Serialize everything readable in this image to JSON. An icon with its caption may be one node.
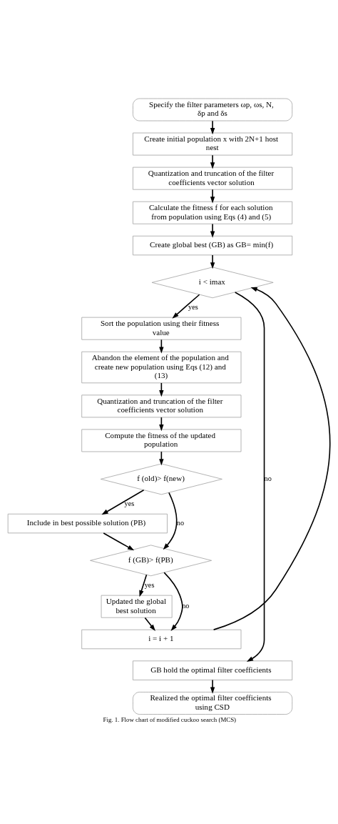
{
  "diagram": {
    "caption": "Fig. 1. Flow chart of modified cuckoo search (MCS)",
    "nodes": [
      {
        "text": [
          "Specify the filter parameters ωp, ωs, N, δp and δs"
        ]
      },
      {
        "text": [
          "Create initial population x with 2N+1 host nest"
        ]
      },
      {
        "text": [
          "Quantization and truncation of the filter coefficients vector solution"
        ]
      },
      {
        "text": [
          "Calculate the fitness f for each solution from population using Eqs (4) and (5)"
        ]
      },
      {
        "text": [
          "Create global best (GB) as GB= min(f)"
        ]
      },
      {
        "text": [
          "i < imax"
        ]
      },
      {
        "text": [
          "Sort the population using their fitness value"
        ]
      },
      {
        "text": [
          "Abandon the element of the population and create new population using Eqs (12) and (13)"
        ]
      },
      {
        "text": [
          "Quantization and truncation of the filter coefficients vector solution"
        ]
      },
      {
        "text": [
          "Compute the fitness of the updated population"
        ]
      },
      {
        "text": [
          "f (old)> f(new)"
        ]
      },
      {
        "text": [
          "Include in best possible solution (PB)"
        ]
      },
      {
        "text": [
          "f (GB)> f(PB)"
        ]
      },
      {
        "text": [
          "Updated the global best solution"
        ]
      },
      {
        "text": [
          "i = i + 1"
        ]
      },
      {
        "text": [
          "GB hold the optimal filter coefficients"
        ]
      },
      {
        "text": [
          "Realized the optimal filter coefficients using CSD"
        ]
      }
    ],
    "edges": [
      {
        "from": 0,
        "to": 1,
        "arrow": "to"
      },
      {
        "from": 1,
        "to": 2,
        "arrow": "to"
      },
      {
        "from": 2,
        "to": 3,
        "arrow": "to"
      },
      {
        "from": 3,
        "to": 4,
        "arrow": "to"
      },
      {
        "from": 4,
        "to": 5,
        "arrow": "to"
      },
      {
        "from": 5,
        "to": 6,
        "arrow": "to",
        "label": "yes"
      },
      {
        "from": 6,
        "to": 7,
        "arrow": "to"
      },
      {
        "from": 7,
        "to": 8,
        "arrow": "to"
      },
      {
        "from": 8,
        "to": 9,
        "arrow": "to"
      },
      {
        "from": 9,
        "to": 10,
        "arrow": "to"
      },
      {
        "from": 10,
        "to": 11,
        "arrow": "to",
        "label": "yes"
      },
      {
        "from": 10,
        "to": 12,
        "arrow": "to",
        "label": "no"
      },
      {
        "from": 11,
        "to": 12,
        "arrow": "to"
      },
      {
        "from": 12,
        "to": 13,
        "arrow": "to",
        "label": "yes"
      },
      {
        "from": 12,
        "to": 14,
        "arrow": "to",
        "label": "no"
      },
      {
        "from": 13,
        "to": 14,
        "arrow": "to"
      },
      {
        "from": 14,
        "to": 5,
        "arrow": "to"
      },
      {
        "from": 5,
        "to": 15,
        "arrow": "to",
        "label": "no"
      },
      {
        "from": 15,
        "to": 16,
        "arrow": "to"
      }
    ]
  }
}
